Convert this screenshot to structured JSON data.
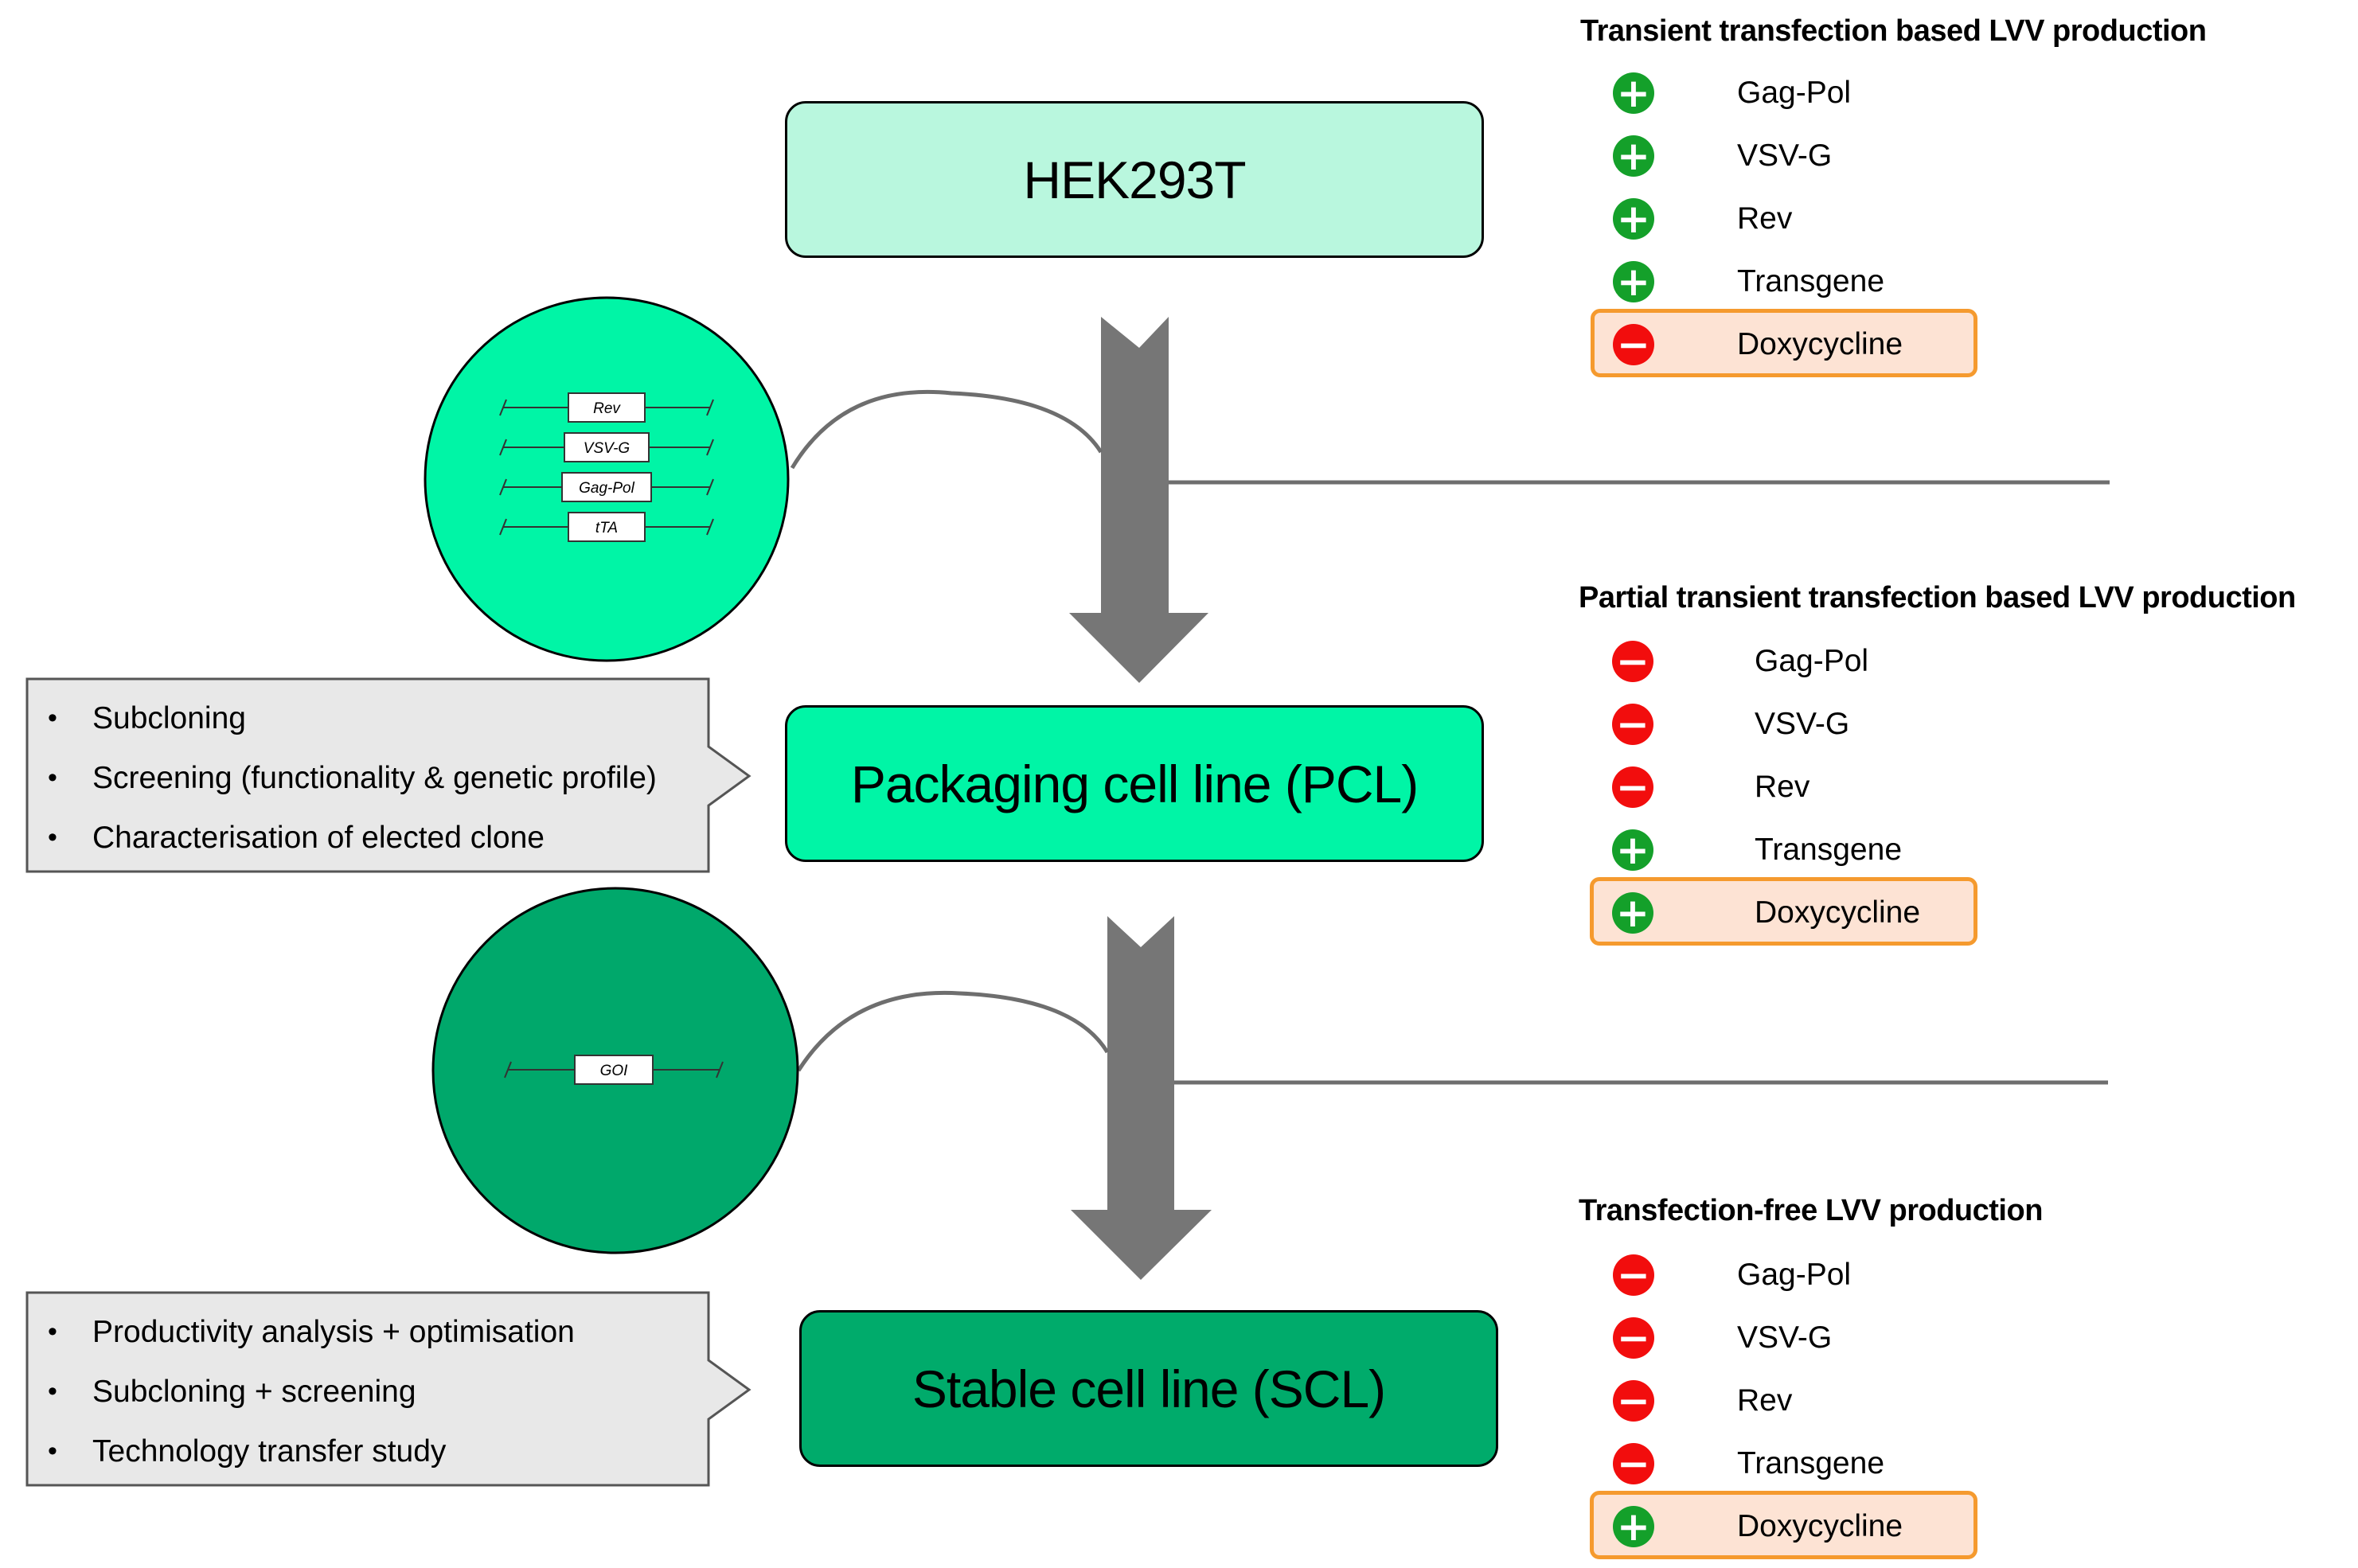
{
  "nodes": {
    "hek": "HEK293T",
    "pcl": "Packaging cell line (PCL)",
    "scl": "Stable cell line (SCL)"
  },
  "vectors_pcl": [
    "Rev",
    "VSV-G",
    "Gag-Pol",
    "tTA"
  ],
  "vectors_scl": [
    "GOI"
  ],
  "callout_pcl": [
    "Subcloning",
    "Screening (functionality & genetic profile)",
    "Characterisation of elected clone"
  ],
  "callout_scl": [
    "Productivity analysis + optimisation",
    "Subcloning + screening",
    "Technology transfer study"
  ],
  "panels": [
    {
      "title": "Transient transfection based LVV production",
      "items": [
        {
          "label": "Gag-Pol",
          "sign": "plus"
        },
        {
          "label": "VSV-G",
          "sign": "plus"
        },
        {
          "label": "Rev",
          "sign": "plus"
        },
        {
          "label": "Transgene",
          "sign": "plus"
        },
        {
          "label": "Doxycycline",
          "sign": "minus",
          "highlight": true
        }
      ]
    },
    {
      "title": "Partial transient transfection based LVV production",
      "items": [
        {
          "label": "Gag-Pol",
          "sign": "minus"
        },
        {
          "label": "VSV-G",
          "sign": "minus"
        },
        {
          "label": "Rev",
          "sign": "minus"
        },
        {
          "label": "Transgene",
          "sign": "plus"
        },
        {
          "label": "Doxycycline",
          "sign": "plus",
          "highlight": true
        }
      ]
    },
    {
      "title": "Transfection-free LVV production",
      "items": [
        {
          "label": "Gag-Pol",
          "sign": "minus"
        },
        {
          "label": "VSV-G",
          "sign": "minus"
        },
        {
          "label": "Rev",
          "sign": "minus"
        },
        {
          "label": "Transgene",
          "sign": "minus"
        },
        {
          "label": "Doxycycline",
          "sign": "plus",
          "highlight": true
        }
      ]
    }
  ],
  "colors": {
    "hek_fill": "#b9f7de",
    "pcl_fill": "#00f5a6",
    "scl_fill": "#00ab6b",
    "circle_pcl": "#00f5a6",
    "circle_scl": "#00a86b",
    "arrow": "#767676",
    "plus": "#14a02a",
    "minus": "#f20d0d",
    "highlight_border": "#f59a2e",
    "highlight_fill": "#fde3d4",
    "callout_fill": "#e8e8e8"
  }
}
